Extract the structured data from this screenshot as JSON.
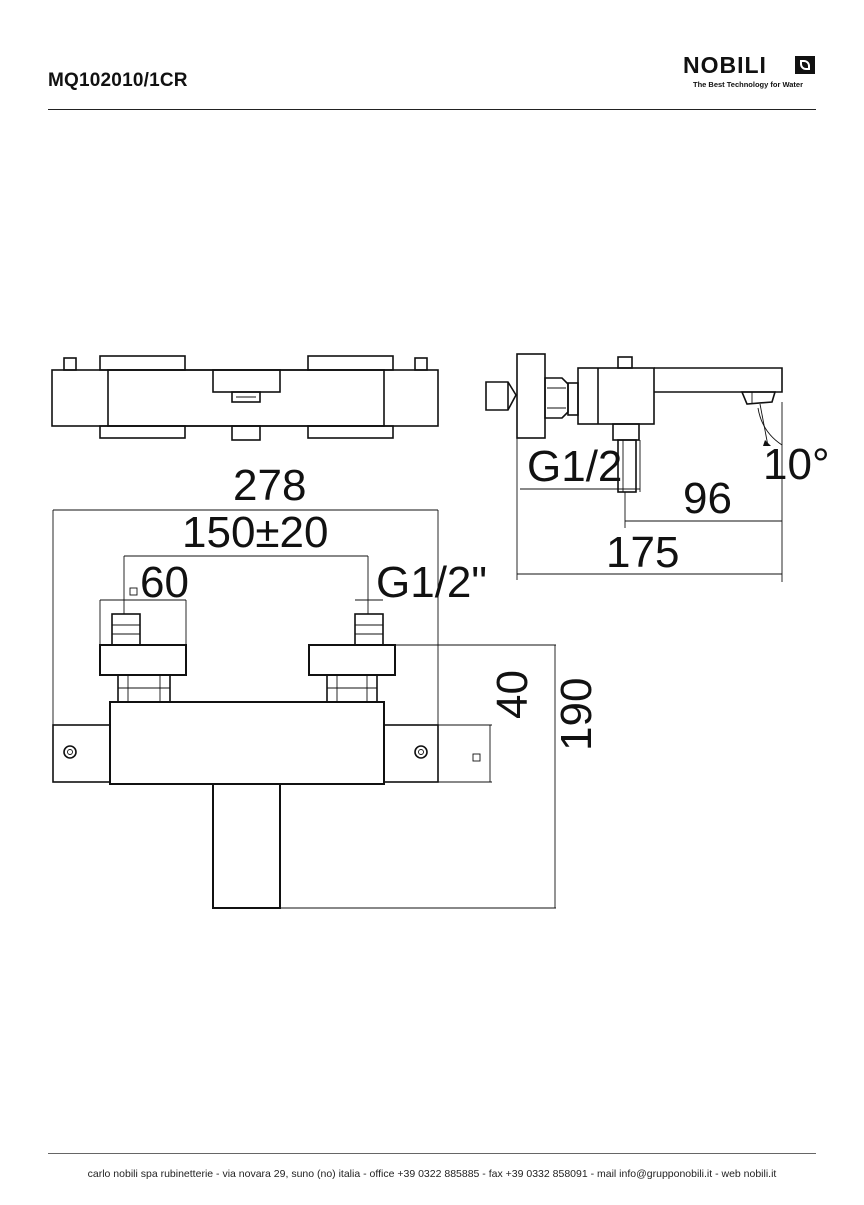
{
  "header": {
    "product_code": "MQ102010/1CR",
    "brand_name": "NOBILI",
    "brand_tagline": "The Best Technology for Water",
    "brand_icon": "nobili-logo-mark"
  },
  "dimensions": {
    "overall_width": "278",
    "inlet_spacing": "150±20",
    "handle_square": "60",
    "inlet_thread": "G1/2\"",
    "body_square": "40",
    "height": "190",
    "side_thread": "G1/2",
    "spout_projection": "96",
    "overall_depth": "175",
    "spout_angle": "10°"
  },
  "footer": {
    "text": "carlo nobili spa rubinetterie - via novara 29, suno (no) italia - office +39 0322 885885 - fax +39 0332 858091 - mail info@grupponobili.it - web nobili.it"
  }
}
